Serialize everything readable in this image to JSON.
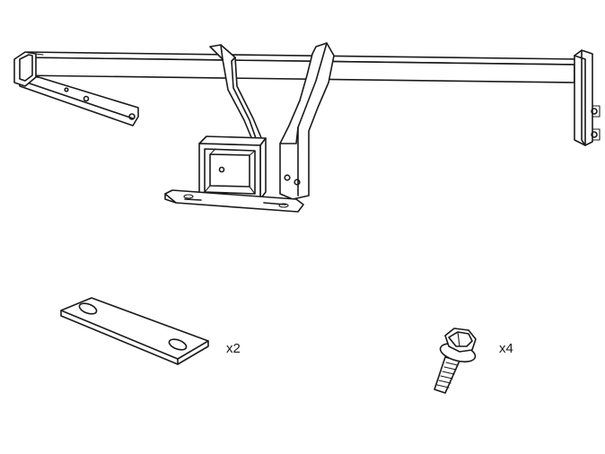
{
  "figure": {
    "components": [
      {
        "id": "hitch",
        "label": "",
        "quantity_text": ""
      },
      {
        "id": "spacer-plate",
        "label": "",
        "quantity_text": "x2"
      },
      {
        "id": "flange-bolt",
        "label": "",
        "quantity_text": "x4"
      }
    ],
    "line_color": "#1a1a1a",
    "background": "#ffffff"
  }
}
